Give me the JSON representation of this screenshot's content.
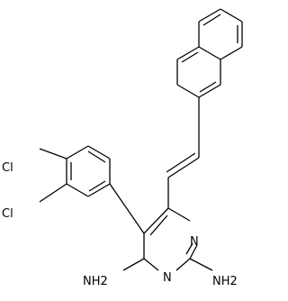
{
  "structure": {
    "atoms": {
      "cl_top": "Cl",
      "cl_bottom": "Cl",
      "n_ring_upper": "N",
      "n_ring_lower": "N",
      "nh2_left": "NH2",
      "nh2_right": "NH2"
    },
    "colors": {
      "bond": "#000000",
      "label": "#000000",
      "background": "#ffffff"
    }
  }
}
